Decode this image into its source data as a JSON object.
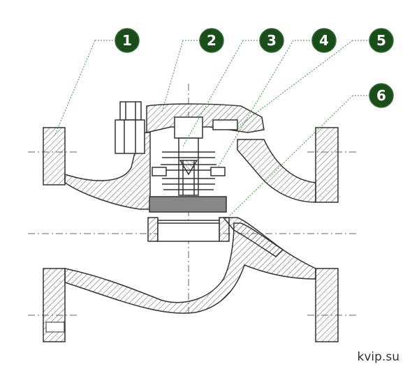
{
  "callouts": [
    {
      "label": "1"
    },
    {
      "label": "2"
    },
    {
      "label": "3"
    },
    {
      "label": "4"
    },
    {
      "label": "5"
    },
    {
      "label": "6"
    }
  ],
  "watermark": "kvip.su",
  "colors": {
    "callout_fill": "#1a4d1a",
    "leader_line": "#3a9a3a",
    "outline": "#333333",
    "hatch": "#555555",
    "disc_fill": "#888888",
    "center_line": "#666666",
    "background": "#ffffff"
  }
}
